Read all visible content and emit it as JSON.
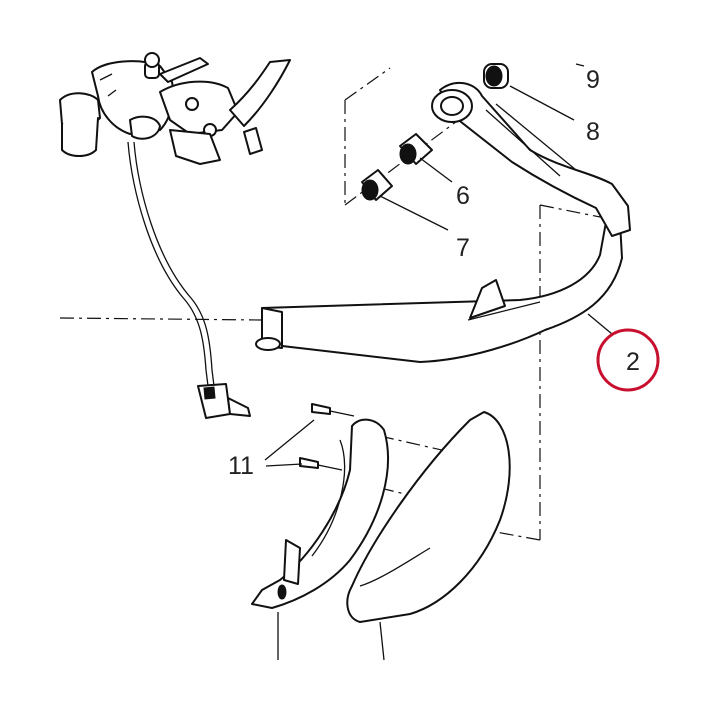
{
  "callouts": {
    "part_2": "2",
    "part_6": "6",
    "part_7": "7",
    "part_8": "8",
    "part_9": "9",
    "part_11": "11"
  },
  "highlighted_callout": "2",
  "colors": {
    "line": "#111111",
    "highlight": "#c8102e",
    "background": "#ffffff"
  }
}
